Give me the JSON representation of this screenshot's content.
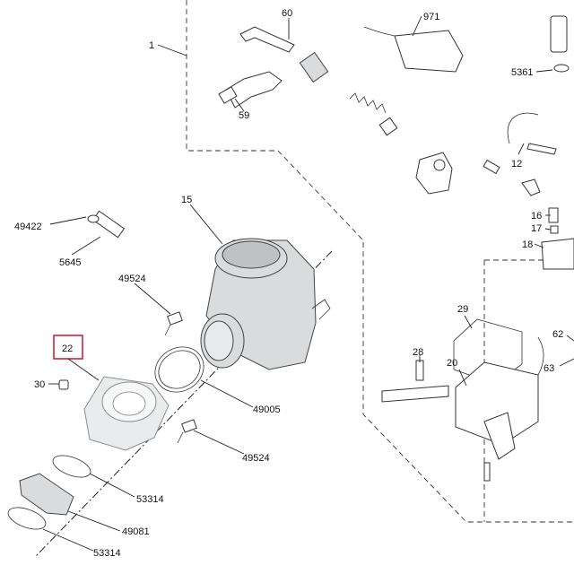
{
  "diagram": {
    "highlight_color": "#d2233c",
    "parts": [
      {
        "id": "p1",
        "label": "1"
      },
      {
        "id": "p60",
        "label": "60"
      },
      {
        "id": "p971",
        "label": "971"
      },
      {
        "id": "p5361",
        "label": "5361"
      },
      {
        "id": "p59",
        "label": "59"
      },
      {
        "id": "p12",
        "label": "12"
      },
      {
        "id": "p15",
        "label": "15"
      },
      {
        "id": "p49422",
        "label": "49422"
      },
      {
        "id": "p5645",
        "label": "5645"
      },
      {
        "id": "p16",
        "label": "16"
      },
      {
        "id": "p17",
        "label": "17"
      },
      {
        "id": "p18",
        "label": "18"
      },
      {
        "id": "p49524a",
        "label": "49524"
      },
      {
        "id": "p29",
        "label": "29"
      },
      {
        "id": "p62",
        "label": "62"
      },
      {
        "id": "p63",
        "label": "63"
      },
      {
        "id": "p22",
        "label": "22"
      },
      {
        "id": "p28",
        "label": "28"
      },
      {
        "id": "p20",
        "label": "20"
      },
      {
        "id": "p30",
        "label": "30"
      },
      {
        "id": "p49005",
        "label": "49005"
      },
      {
        "id": "p49524b",
        "label": "49524"
      },
      {
        "id": "p53314a",
        "label": "53314"
      },
      {
        "id": "p49081",
        "label": "49081"
      },
      {
        "id": "p53314b",
        "label": "53314"
      }
    ]
  }
}
